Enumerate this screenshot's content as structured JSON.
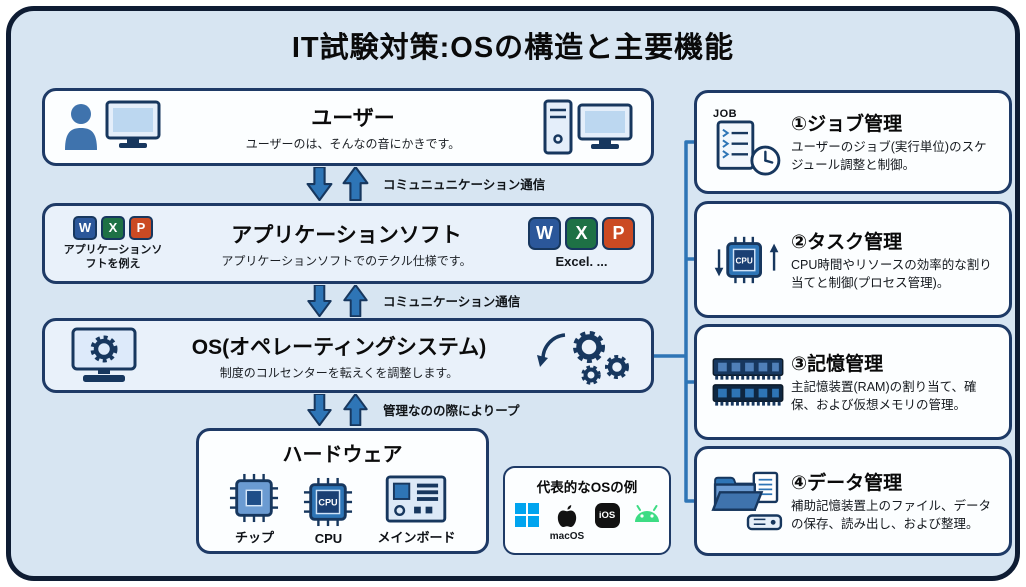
{
  "title": "IT試験対策:OSの構造と主要機能",
  "colors": {
    "background": "#d7e5f2",
    "box_border": "#1e3a66",
    "accent_blue": "#2e75b6",
    "word_blue": "#2b579a",
    "excel_green": "#1e7145",
    "powerpoint_orange": "#cb4a23",
    "windows_blue": "#00a4ef",
    "android_green": "#3ddc84"
  },
  "layers": {
    "user": {
      "title": "ユーザー",
      "subtitle": "ユーザーのは、そんなの音にかきです。"
    },
    "application": {
      "title": "アプリケーションソフト",
      "subtitle": "アプリケーションソフトでのテクル仕様です。",
      "left_caption": "アプリケーションソフトを例え",
      "right_caption": "Excel. ...",
      "icon_letters": [
        "W",
        "X",
        "P"
      ]
    },
    "os": {
      "title": "OS(オペレーティングシステム)",
      "subtitle": "制度のコルセンターを転えくを調整します。"
    },
    "hardware": {
      "title": "ハードウェア",
      "items": [
        "チップ",
        "CPU",
        "メインボード"
      ],
      "cpu_chip_label": "CPU"
    }
  },
  "connections": [
    {
      "label": "コミュニュニケーション通信"
    },
    {
      "label": "コミュニケーション通信"
    },
    {
      "label": "管理なのの際によりープ"
    }
  ],
  "functions": [
    {
      "title": "①ジョブ管理",
      "icon_label": "JOB",
      "desc": "ユーザーのジョブ(実行単位)のスケジュール調整と制御。"
    },
    {
      "title": "②タスク管理",
      "icon_label": "CPU",
      "desc": "CPU時間やリソースの効率的な割り当てと制御(プロセス管理)。"
    },
    {
      "title": "③記憶管理",
      "desc": "主記憶装置(RAM)の割り当て、確保、および仮想メモリの管理。"
    },
    {
      "title": "④データ管理",
      "desc": "補助記憶装置上のファイル、データの保存、読み出し、および整理。"
    }
  ],
  "os_examples": {
    "title": "代表的なOSの例",
    "ios_badge": "iOS",
    "macos_label": "macOS"
  }
}
